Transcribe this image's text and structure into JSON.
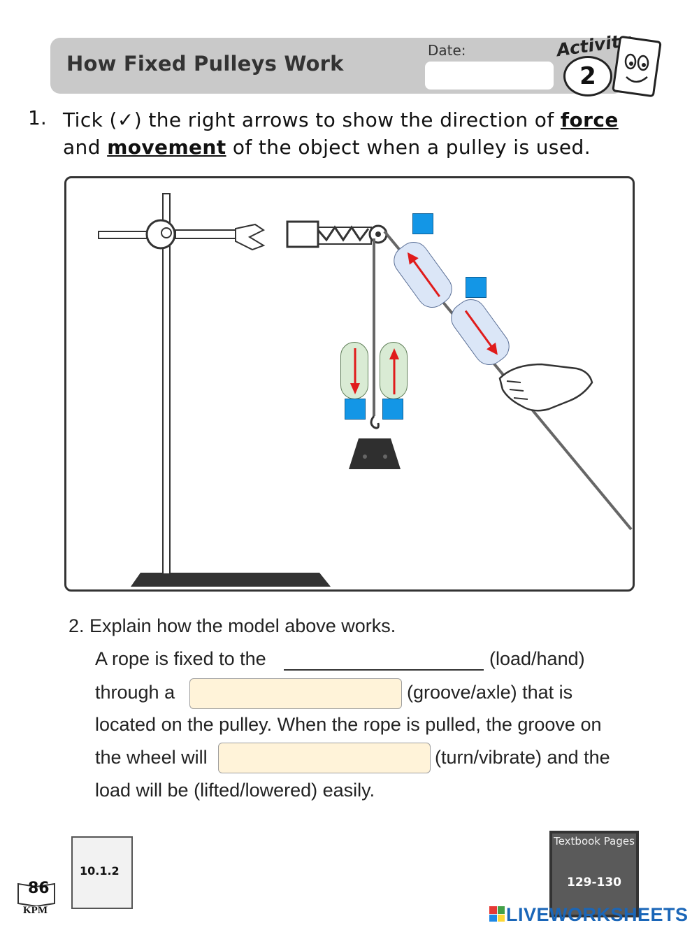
{
  "header": {
    "title": "How Fixed Pulleys Work",
    "date_label": "Date:",
    "activity_label": "Activity",
    "activity_number": "2"
  },
  "question1": {
    "number": "1.",
    "text_before": "Tick (✓) the right arrows to show the direction of ",
    "word_force": "force",
    "text_mid": " and ",
    "word_movement": "movement",
    "text_after": " of the object when a pulley is used."
  },
  "question2": {
    "number": "2.",
    "prompt": "Explain how the model above works.",
    "line1_before": "A rope is fixed to the",
    "line1_after": "(load/hand)",
    "line2_before": "through a",
    "line2_after": "(groove/axle) that is",
    "line3": "located on the pulley. When the rope is pulled, the groove on",
    "line4_before": "the wheel will",
    "line4_after": "(turn/vibrate) and the",
    "line5": "load will be (lifted/lowered) easily.",
    "field_groove_value": "",
    "field_turn_value": ""
  },
  "footer": {
    "page_number": "86",
    "publisher": "KPM",
    "chart_code": "10.1.2",
    "textbook_label": "Textbook Pages",
    "textbook_pages": "129-130",
    "watermark": "LIVEWORKSHEETS"
  },
  "colors": {
    "tick_box": "#1396e6",
    "arrow_red": "#e01b1b",
    "answer_field": "#fff3d9",
    "banner": "#c9c9c9"
  }
}
